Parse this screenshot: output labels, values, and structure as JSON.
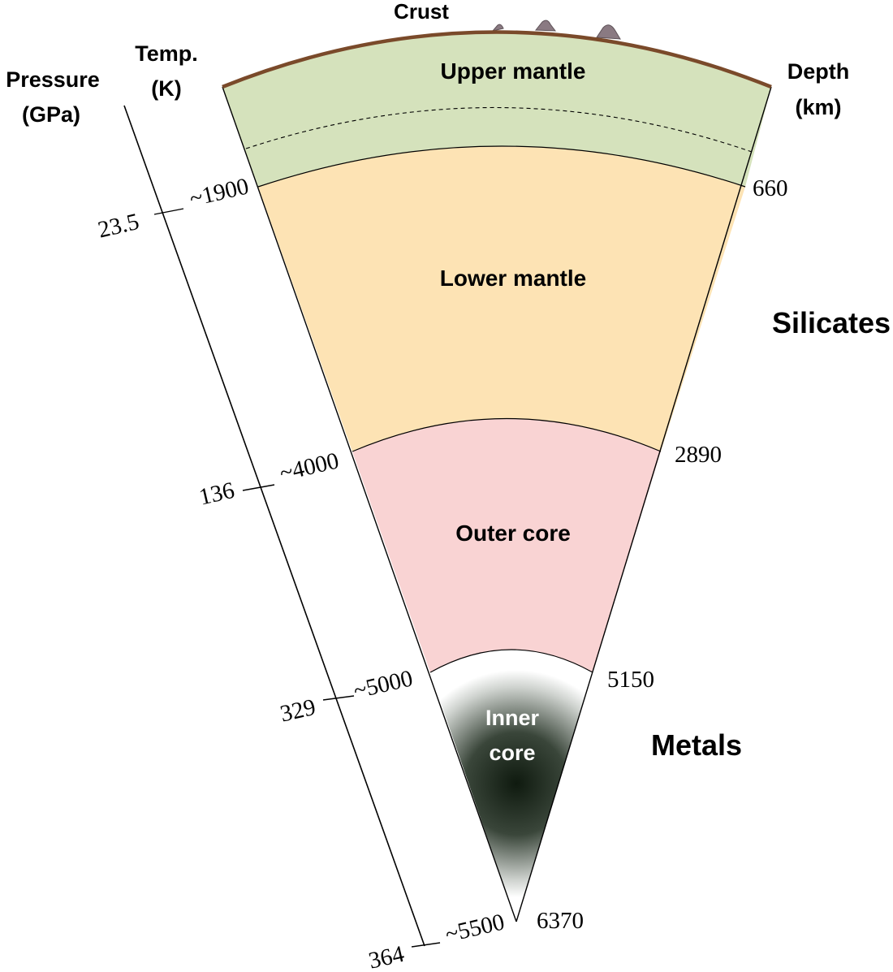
{
  "headers": {
    "pressure_line1": "Pressure",
    "pressure_line2": "(GPa)",
    "temp_line1": "Temp.",
    "temp_line2": "(K)",
    "depth_line1": "Depth",
    "depth_line2": "(km)",
    "crust": "Crust"
  },
  "layers": {
    "upper_mantle": "Upper mantle",
    "lower_mantle": "Lower mantle",
    "outer_core": "Outer core",
    "inner_core_line1": "Inner",
    "inner_core_line2": "core"
  },
  "groups": {
    "silicates": "Silicates",
    "metals": "Metals"
  },
  "boundaries": [
    {
      "depth_km": "660",
      "temp_k": "~1900",
      "pressure_gpa": "23.5"
    },
    {
      "depth_km": "2890",
      "temp_k": "~4000",
      "pressure_gpa": "136"
    },
    {
      "depth_km": "5150",
      "temp_k": "~5000",
      "pressure_gpa": "329"
    },
    {
      "depth_km": "6370",
      "temp_k": "~5500",
      "pressure_gpa": "364"
    }
  ],
  "colors": {
    "upper_mantle": "#d5e2bc",
    "lower_mantle": "#fde3b4",
    "outer_core": "#f9d3d3",
    "inner_core_dark": "#152315",
    "crust": "#7a4a2a",
    "relief": "#8a7a82"
  }
}
